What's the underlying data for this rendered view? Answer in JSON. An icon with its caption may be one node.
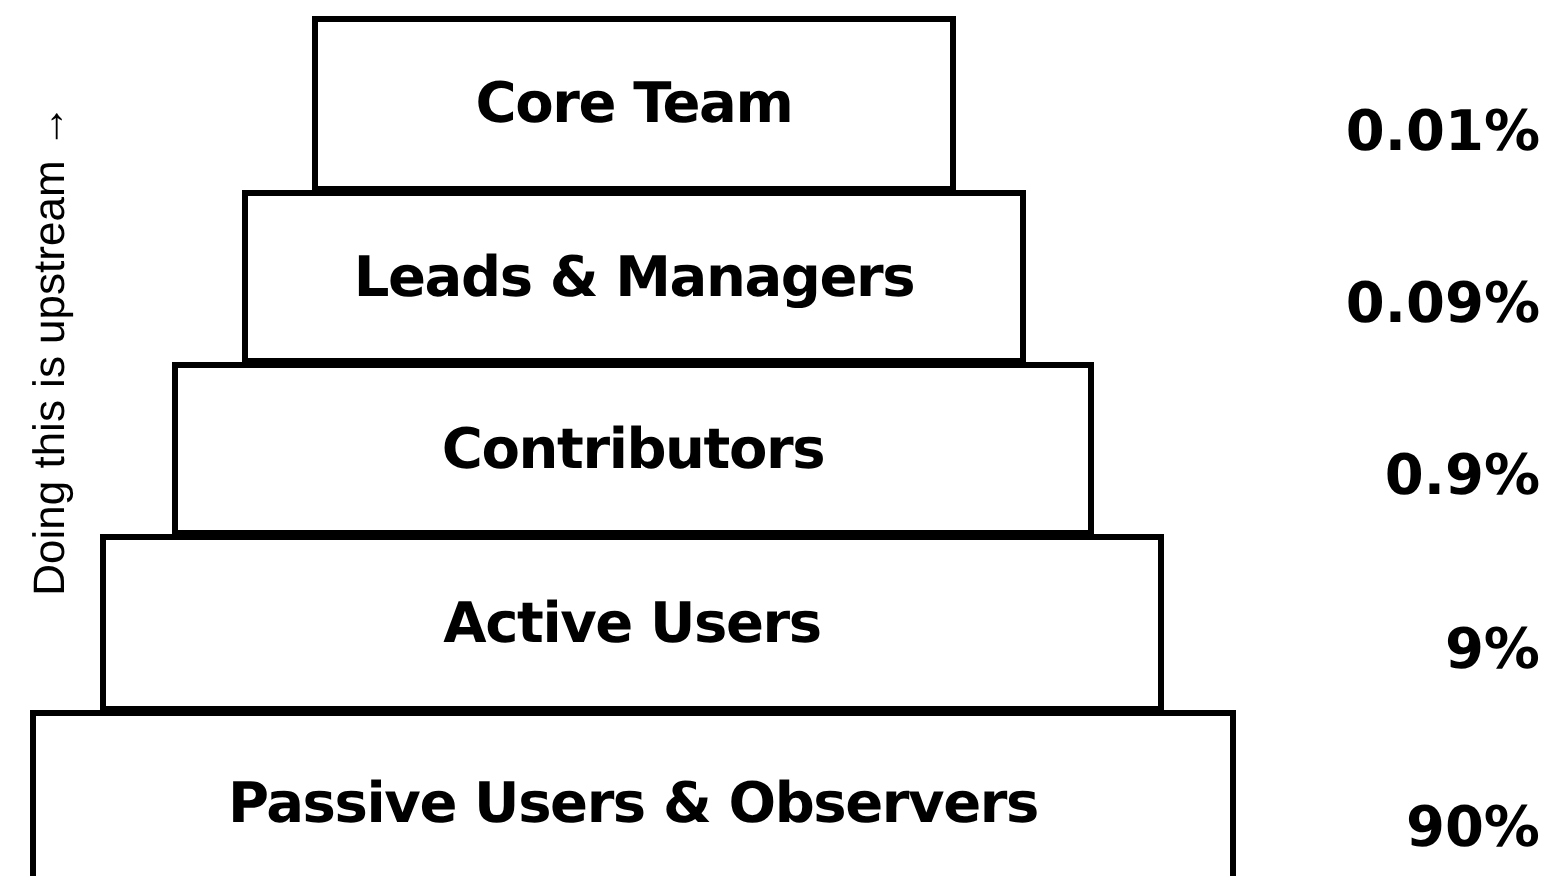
{
  "diagram": {
    "nodes": [
      {
        "text": [
          "Core Team"
        ]
      },
      {
        "text": [
          "Leads & Managers"
        ]
      },
      {
        "text": [
          "Contributors"
        ]
      },
      {
        "text": [
          "Active Users"
        ]
      },
      {
        "text": [
          "Passive Users & Observers"
        ]
      }
    ],
    "labels": [
      "Doing this is upstream →",
      "0.01%",
      "0.09%",
      "0.9%",
      "9%",
      "90%"
    ]
  }
}
